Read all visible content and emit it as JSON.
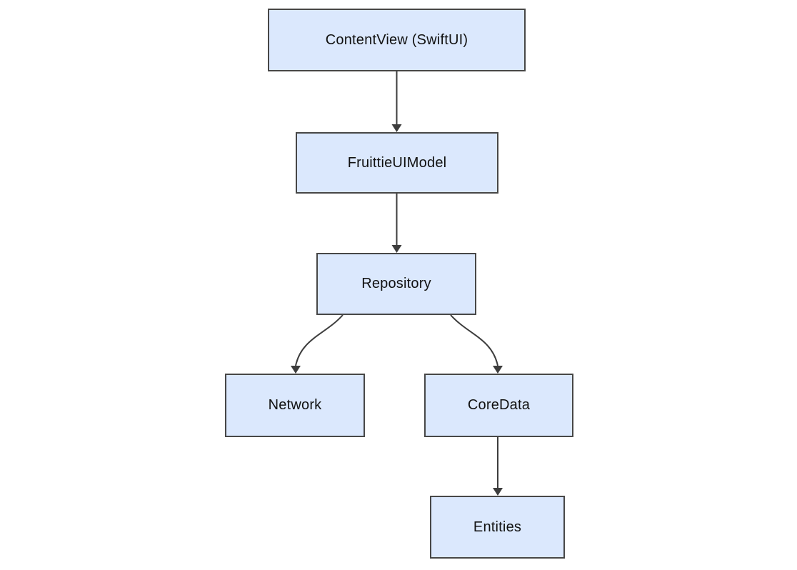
{
  "diagram": {
    "type": "flowchart",
    "direction": "top-down",
    "nodes": {
      "contentview": {
        "label": "ContentView (SwiftUI)"
      },
      "fruittie": {
        "label": "FruittieUIModel"
      },
      "repository": {
        "label": "Repository"
      },
      "network": {
        "label": "Network"
      },
      "coredata": {
        "label": "CoreData"
      },
      "entities": {
        "label": "Entities"
      }
    },
    "edges": [
      {
        "from": "ContentView (SwiftUI)",
        "to": "FruittieUIModel",
        "style": "arrow"
      },
      {
        "from": "FruittieUIModel",
        "to": "Repository",
        "style": "arrow"
      },
      {
        "from": "Repository",
        "to": "Network",
        "style": "arrow"
      },
      {
        "from": "Repository",
        "to": "CoreData",
        "style": "arrow"
      },
      {
        "from": "CoreData",
        "to": "Entities",
        "style": "arrow"
      }
    ],
    "colors": {
      "node_fill": "#dbe8fd",
      "node_border": "#474747",
      "edge_stroke": "#3d3d3d",
      "text": "#111111",
      "background": "#ffffff"
    }
  }
}
